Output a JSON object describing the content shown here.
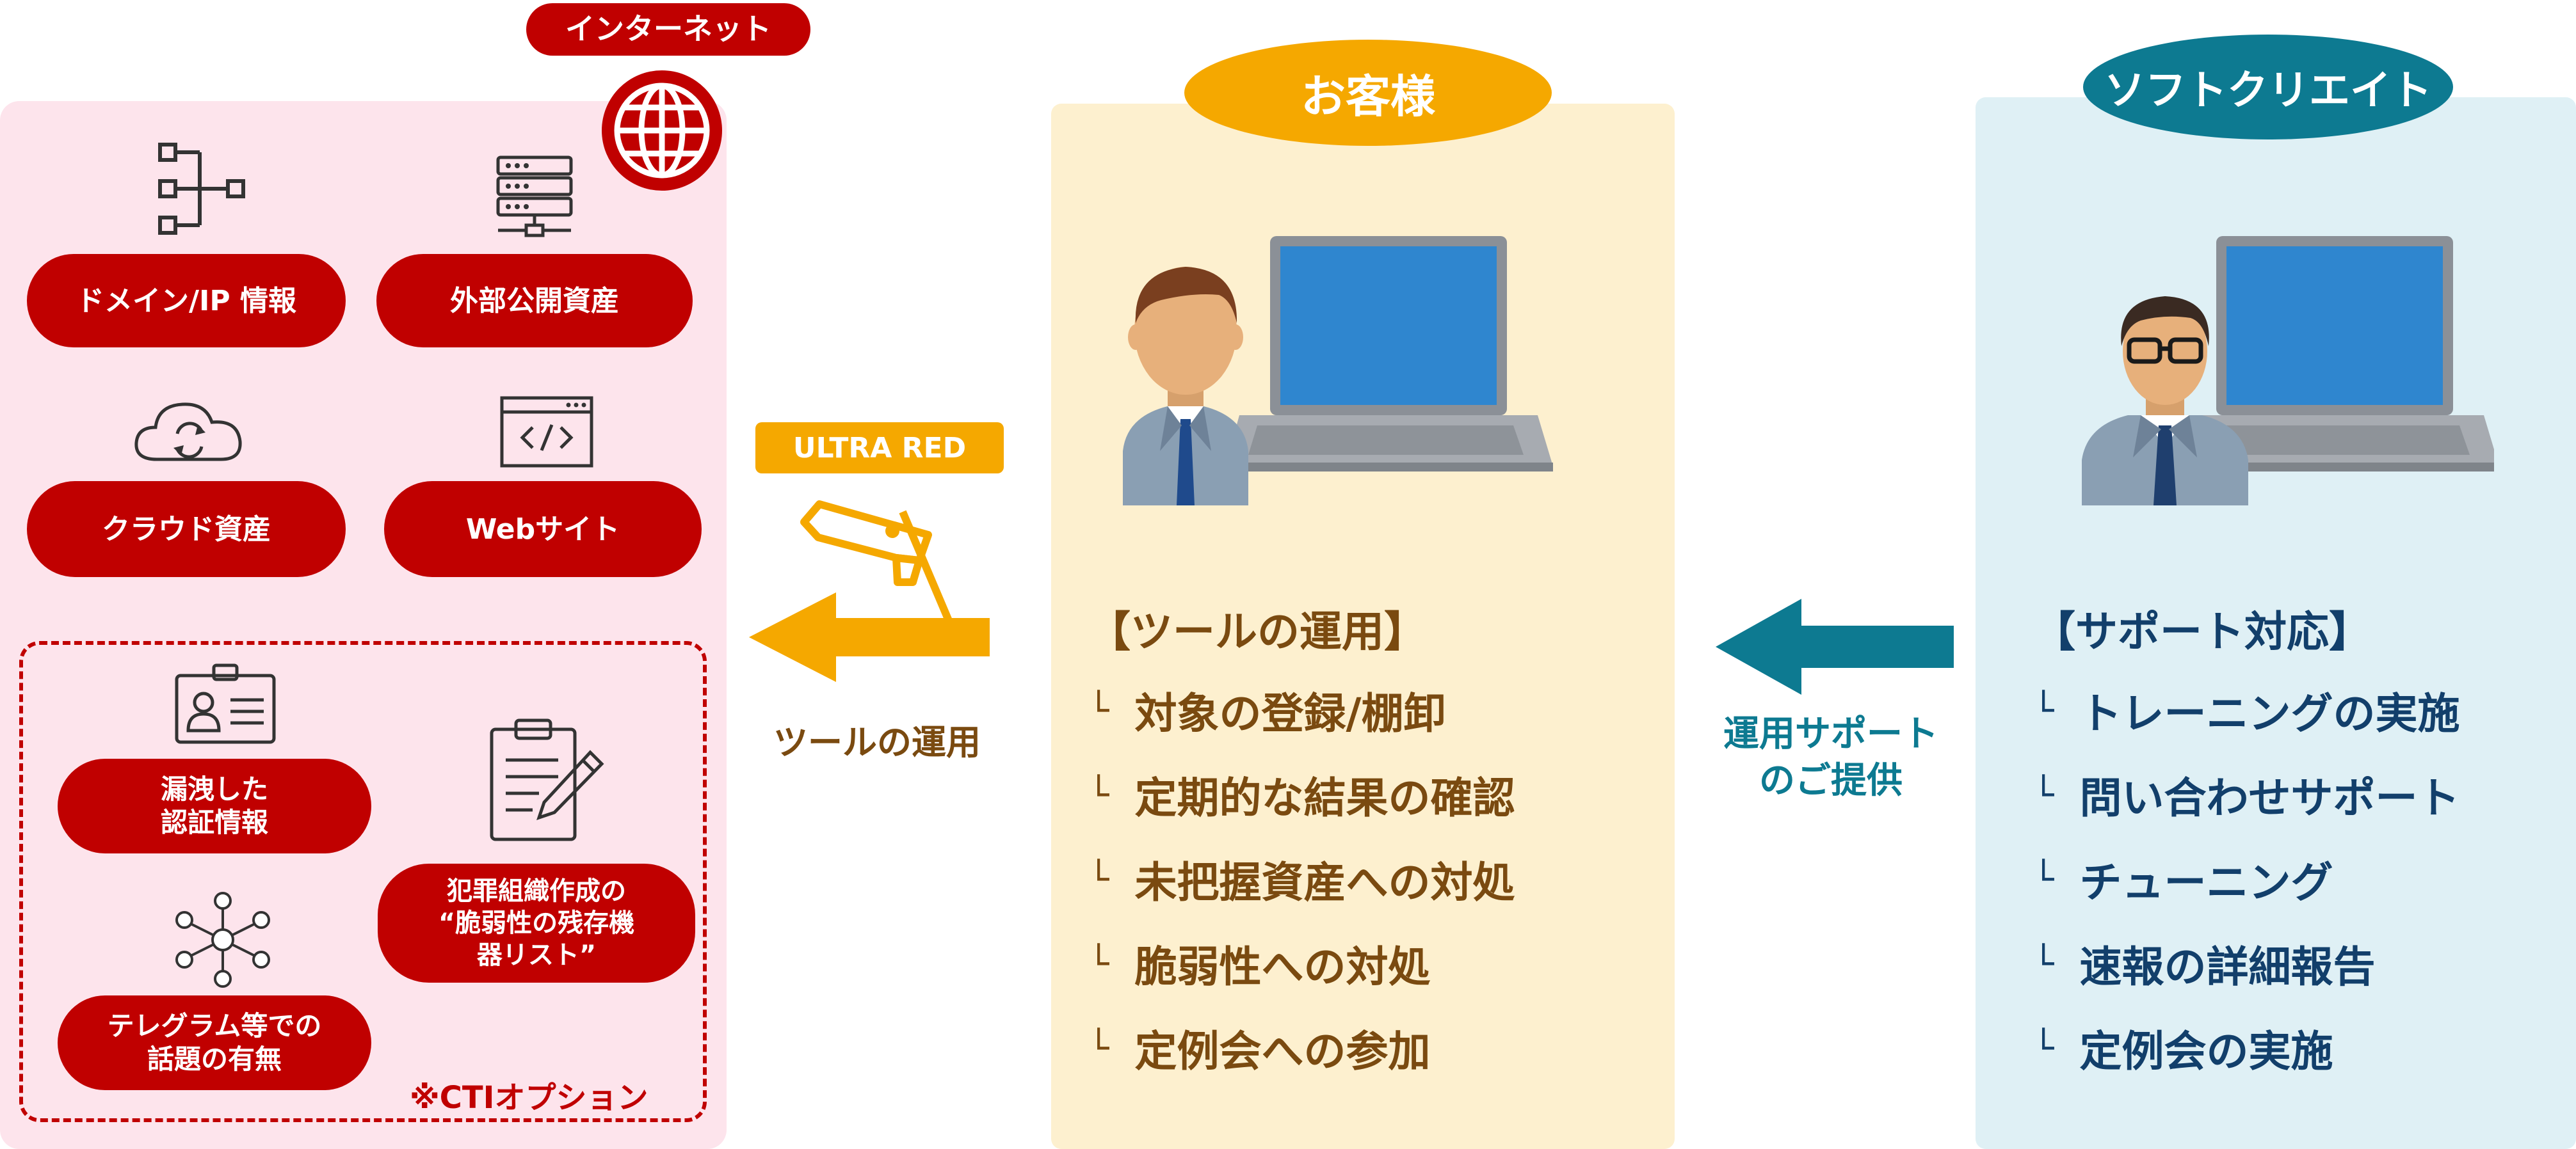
{
  "internet": {
    "header": "インターネット",
    "items": [
      "ドメイン/IP 情報",
      "外部公開資産",
      "クラウド資産",
      "Webサイト"
    ],
    "cti": {
      "items": [
        "漏洩した\n認証情報",
        "犯罪組織作成の\n“脆弱性の残存機\n器リスト”",
        "テレグラム等での\n話題の有無"
      ],
      "label": "※CTIオプション"
    }
  },
  "arrow_left": {
    "tag": "ULTRA RED",
    "caption": "ツールの運用"
  },
  "customer": {
    "header": "お客様",
    "title": "【ツールの運用】",
    "items": [
      "対象の登録/棚卸",
      "定期的な結果の確認",
      "未把握資産への対処",
      "脆弱性への対処",
      "定例会への参加"
    ]
  },
  "arrow_right": {
    "caption": "運用サポート\nのご提供"
  },
  "softcreate": {
    "header": "ソフトクリエイト",
    "title": "【サポート対応】",
    "items": [
      "トレーニングの実施",
      "問い合わせサポート",
      "チューニング",
      "速報の詳細報告",
      "定例会の実施"
    ]
  },
  "list_mark": "└",
  "colors": {
    "red": "#c00000",
    "pink_bg": "#fde4ec",
    "orange": "#f5a800",
    "cream_bg": "#fdf0cf",
    "teal": "#0d7a91",
    "teal_bg": "#dff0f5",
    "brown": "#7a4a10",
    "navy": "#123f6b"
  }
}
